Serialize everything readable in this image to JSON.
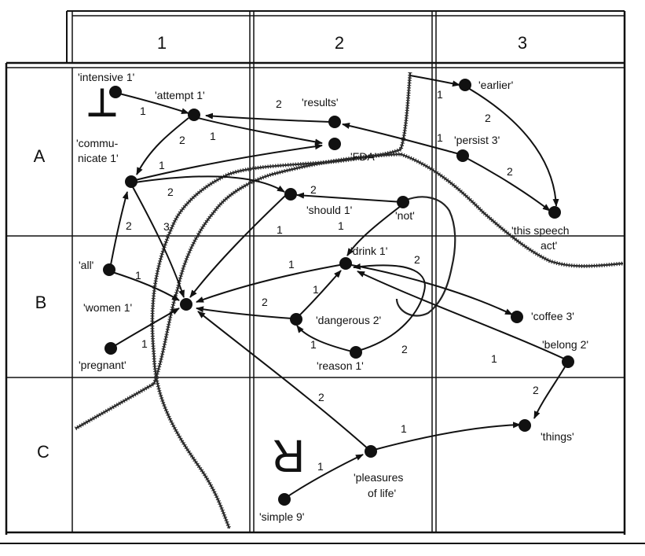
{
  "columns": [
    "1",
    "2",
    "3"
  ],
  "rows": [
    "A",
    "B",
    "C"
  ],
  "marks": {
    "top_left": "┴",
    "bottom_middle": "R"
  },
  "nodes": {
    "intensive": "'intensive 1'",
    "attempt": "'attempt 1'",
    "results": "'results'",
    "fda": "'FDA'",
    "earlier": "'earlier'",
    "persist": "'persist 3'",
    "communicate_1": "'commu-",
    "communicate_2": "nicate 1'",
    "should": "'should 1'",
    "not": "'not'",
    "speech_1": "'this speech",
    "speech_2": "act'",
    "all": "'all'",
    "drink": "'drink 1'",
    "women": "'women 1'",
    "dangerous": "'dangerous 2'",
    "coffee": "'coffee 3'",
    "belong": "'belong 2'",
    "pregnant": "'pregnant'",
    "reason": "'reason 1'",
    "things": "'things'",
    "pleasures_1": "'pleasures",
    "pleasures_2": "of life'",
    "simple": "'simple 9'"
  },
  "weights": {
    "intensive_attempt": "1",
    "attempt_communicate": "2",
    "attempt_fda": "1",
    "results_attempt": "2",
    "earlier": "1",
    "earlier_speech": "2",
    "persist_results": "1",
    "persist_speech": "2",
    "communicate_fda": "1",
    "communicate_should": "2",
    "communicate_women": "3",
    "all_communicate": "2",
    "all_women": "1",
    "should_women": "1",
    "not_should": "2",
    "not_drink": "1",
    "drink_women": "1",
    "drink_coffee": "2",
    "dangerous_drink": "1",
    "dangerous_women": "2",
    "reason_dangerous": "1",
    "reason_drink": "2",
    "belong_drink": "1",
    "belong_things": "2",
    "pregnant_women": "1",
    "pleasures_women": "2",
    "pleasures_things": "1",
    "simple_pleasures": "1"
  }
}
